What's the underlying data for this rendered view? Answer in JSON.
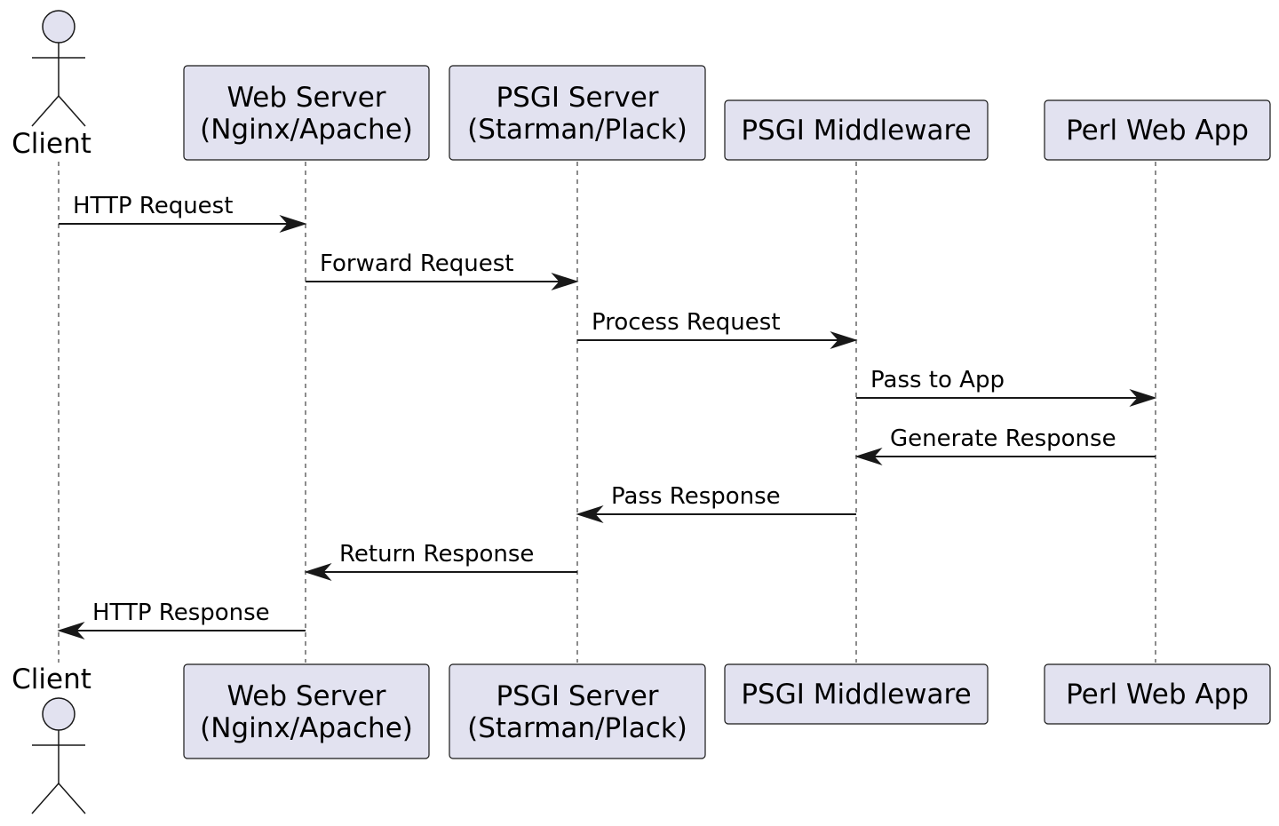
{
  "colors": {
    "participant_fill": "#e2e2f0",
    "stroke": "#181818",
    "background": "#ffffff"
  },
  "participants": [
    {
      "id": "client",
      "kind": "actor",
      "lines": [
        "Client"
      ]
    },
    {
      "id": "web-server",
      "kind": "box",
      "lines": [
        "Web Server",
        "(Nginx/Apache)"
      ]
    },
    {
      "id": "psgi-server",
      "kind": "box",
      "lines": [
        "PSGI Server",
        "(Starman/Plack)"
      ]
    },
    {
      "id": "psgi-middleware",
      "kind": "box",
      "lines": [
        "PSGI Middleware"
      ]
    },
    {
      "id": "perl-web-app",
      "kind": "box",
      "lines": [
        "Perl Web App"
      ]
    }
  ],
  "messages": [
    {
      "from": 0,
      "to": 1,
      "label": "HTTP Request"
    },
    {
      "from": 1,
      "to": 2,
      "label": "Forward Request"
    },
    {
      "from": 2,
      "to": 3,
      "label": "Process Request"
    },
    {
      "from": 3,
      "to": 4,
      "label": "Pass to App"
    },
    {
      "from": 4,
      "to": 3,
      "label": "Generate Response"
    },
    {
      "from": 3,
      "to": 2,
      "label": "Pass Response"
    },
    {
      "from": 2,
      "to": 1,
      "label": "Return Response"
    },
    {
      "from": 1,
      "to": 0,
      "label": "HTTP Response"
    }
  ]
}
